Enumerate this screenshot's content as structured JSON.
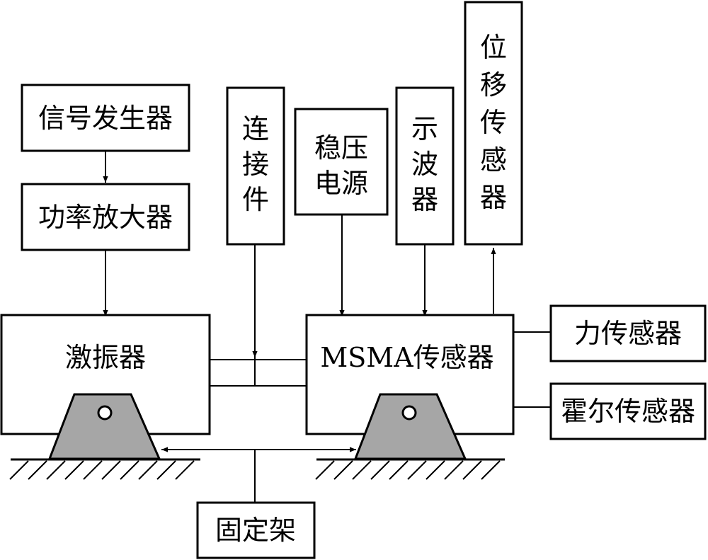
{
  "boxes": {
    "signal_generator": "信号发生器",
    "power_amplifier": "功率放大器",
    "connector": [
      "连",
      "接",
      "件"
    ],
    "regulated_power": [
      "稳压",
      "电源"
    ],
    "oscilloscope": [
      "示",
      "波",
      "器"
    ],
    "displacement_sensor": [
      "位",
      "移",
      "传",
      "感",
      "器"
    ],
    "exciter": "激振器",
    "msma_sensor": "MSMA传感器",
    "force_sensor": "力传感器",
    "hall_sensor": "霍尔传感器",
    "fixed_frame": "固定架"
  },
  "colors": {
    "mount_fill": "#a6a6a6",
    "stroke": "#000000"
  }
}
